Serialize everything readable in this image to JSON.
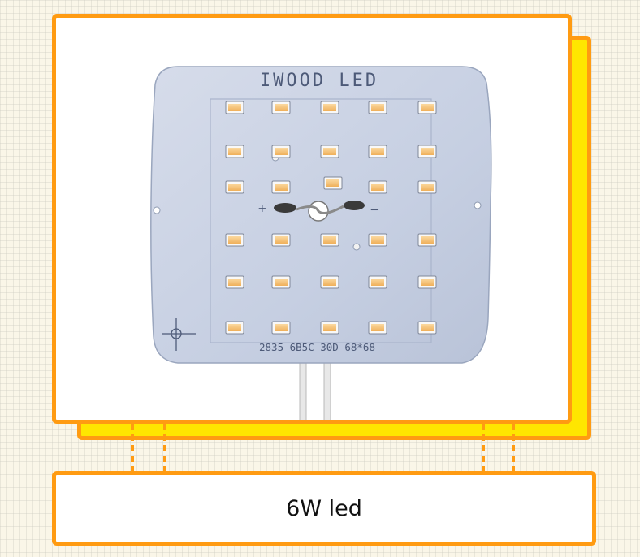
{
  "photo": {
    "board_brand": "IWOOD LED",
    "board_model": "2835-6B5C-30D-68*68",
    "plus_mark": "+",
    "minus_mark": "−"
  },
  "caption": {
    "text": "6W led"
  },
  "colors": {
    "frame_orange": "#ff9b12",
    "frame_yellow": "#ffe600",
    "board": "#c8d2e4",
    "led_chip": "#f3b865"
  }
}
